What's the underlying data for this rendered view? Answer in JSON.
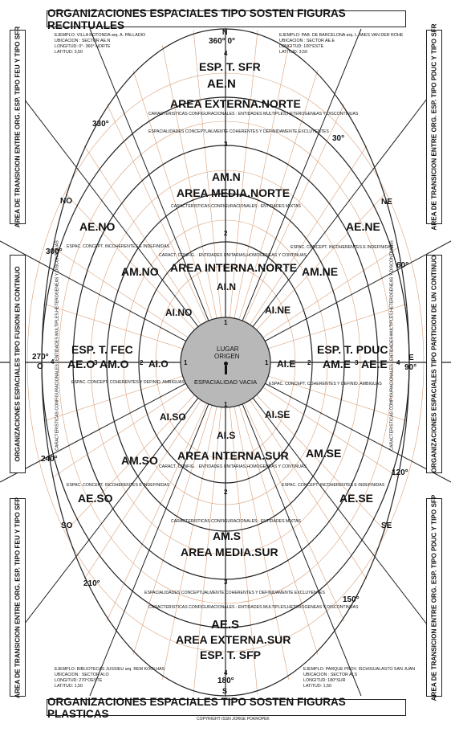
{
  "titles": {
    "top": "ORGANIZACIONES ESPACIALES TIPO SOSTEN FIGURAS RECINTUALES",
    "bottom": "ORGANIZACIONES ESPACIALES TIPO SOSTEN FIGURAS PLASTICAS",
    "copyright": "COPYRIGHT ISSN JORGE POKROPEK"
  },
  "side_bands": {
    "left_top": "AREA DE TRANSICION ENTRE ORG. ESP. TIPO FEU Y TIPO SFR",
    "left_mid": "ORGANIZACIONES ESPACIALES TIPO FUSION EN CONTINUO",
    "left_bottom": "AREA DE TRANSICION ENTRE ORG. ESP. TIPO FEU Y TIPO SFP",
    "right_top": "AREA DE TRANSICION ENTRE ORG. ESP. TIPO PDUC Y TIPO SFR",
    "right_mid": "ORGANIZACIONES ESPACIALES TIPO PARTICION DE UN CONTINUO",
    "right_bottom": "AREA DE TRANSICION ENTRE ORG. ESP. TIPO PDUC Y TIPO SFP"
  },
  "examples": {
    "top_left": [
      "EJEMPLO: VILLA ROTONDA arq. A. PALLADIO",
      "UBICACION : SECTOR AE.N",
      "LONGITUD: 0°- 360° NORTE",
      "LATITUD: 3,50"
    ],
    "top_right": [
      "EJEMPLO: PAB. DE BARCELONA arq. L. MIES VAN DER ROHE",
      "UBICACION : SECTOR AE.E",
      "LONGITUD: 100°ESTE",
      "LATITUD: 3,50"
    ],
    "bottom_left": [
      "EJEMPLO: BIBLIOTECAS JUSSIEU arq. REM KOOLHAS",
      "UBICACION : SECTOR AI.O",
      "LONGITUD: 270°OESTE",
      "LATITUD: 1,50"
    ],
    "bottom_right": [
      "EJEMPLO: PARQUE PROV. ISCHIGUALASTO SAN JUAN",
      "UBICACION : SECTOR AI.S",
      "LONGITUD: 180°SUR",
      "LATITUD: 1,50"
    ]
  },
  "center": {
    "l1": "LUGAR",
    "l2": "ORIGEN",
    "l3": "ESPACIALIDAD VACIA"
  },
  "north": {
    "deg": "360° 0°",
    "letter": "N",
    "ring4": "4",
    "esp": "ESP. T. SFR",
    "ae": "AE.N",
    "area_ext": "AREA EXTERNA.NORTE",
    "carac": "CARACTERISTICAS  CONFIGURACIONALES : ENTIDADES MULTIPLES,HETEROGENEAS Y DISCONTINUAS",
    "espac": "ESPACIALIDADES CONCEPTUALMENTE COHERENTES Y DEFINIDAMENTE EXCLUYENTES",
    "ring3": "3",
    "am": "AM.N",
    "area_media": "AREA MEDIA.NORTE",
    "carac_mid": "CARACTERISTICAS  CONFIGURACIONALES : ENTIDADES MIXTAS",
    "ring2": "2",
    "caract_int": "CARACT.  CONFIG. : ENTIDADES UNITARIAS,HOMOGENEAS Y CONTINUAS",
    "area_int": "AREA INTERNA.NORTE",
    "ai": "AI.N",
    "ring1": "1"
  },
  "south": {
    "deg": "180°",
    "letter": "S",
    "ring4": "4",
    "esp": "ESP. T. SFP",
    "ae": "AE.S",
    "area_ext": "AREA EXTERNA.SUR",
    "carac": "CARACTERISTICAS  CONFIGURACIONALES : ENTIDADES MULTIPLES,HETEROGENEAS Y DISCONTINUAS",
    "espac": "ESPACIALIDADES CONCEPTUALMENTE COHERENTES Y DEFINIDAMENTE EXCLUYENTES",
    "ring3": "3",
    "am": "AM.S",
    "area_media": "AREA MEDIA.SUR",
    "carac_mid": "CARACTERISTICAS  CONFIGURACIONALES : ENTIDADES MIXTAS",
    "ring2": "2",
    "caract_int": "CARACT.  CONFIG. : ENTIDADES UNITARIAS,HOMOGENEAS Y CONTINUAS",
    "area_int": "AREA INTERNA.SUR",
    "ai": "AI.S",
    "ring1": "1"
  },
  "west": {
    "deg": "270°",
    "letter": "O",
    "ring4": "4",
    "esp": "ESP. T. FEC",
    "ae": "AE.O",
    "ring3": "3",
    "am": "AM.O",
    "ring2": "2",
    "ai": "AI.O",
    "ring1": "1",
    "espac": "ESPAC. CONCEPT. COHERENTES Y DEFINID. AMBIGUAS",
    "vert": "CARACTERISTICAS  CONFIGURACIONALES : ENTIDADES MULTIPLES,HETEROGENEAS Y DISCONTINUAS"
  },
  "east": {
    "deg": "90°",
    "letter": "E",
    "ring4": "4",
    "esp": "ESP. T. PDUC",
    "ae": "AE.E",
    "ring3": "3",
    "am": "AM.E",
    "ring2": "2",
    "ai": "AI.E",
    "ring1": "1",
    "espac": "ESPAC. CONCEPT. COHERENTES Y DEFINID. AMBIGUAS",
    "vert": "CARACTERISTICAS  CONFIGURACIONALES : ENTIDADES MULTIPLES,HETEROGENEAS Y DISCONTINUAS"
  },
  "diagonals": {
    "no": {
      "letter": "NO",
      "ae": "AE.NO",
      "am": "AM.NO",
      "ai": "AI.NO",
      "espac": "ESPAC. CONCEPT. INCOHERENTES  E INDEFINIDAS",
      "deg_a": "330°",
      "deg_b": "300°"
    },
    "ne": {
      "letter": "NE",
      "ae": "AE.NE",
      "am": "AM.NE",
      "ai": "AI.NE",
      "espac": "ESPAC. CONCEPT. INCOHERENTES  E INDEFINIDAS",
      "deg_a": "30°",
      "deg_b": "60°"
    },
    "so": {
      "letter": "SO",
      "ae": "AE.SO",
      "am": "AM.SO",
      "ai": "AI.SO",
      "espac": "ESPAC. CONCEPT. INCOHERENTES  E INDEFINIDAS",
      "deg_a": "240°",
      "deg_b": "210°"
    },
    "se": {
      "letter": "SE",
      "ae": "AE.SE",
      "am": "AM.SE",
      "ai": "AI.SE",
      "espac": "ESPAC. CONCEPT. INCOHERENTES  E INDEFINIDAS",
      "deg_a": "120°",
      "deg_b": "150°"
    }
  },
  "colors": {
    "line": "#222222",
    "grid": "#d9a07a",
    "hub": "#b8b8b8"
  }
}
